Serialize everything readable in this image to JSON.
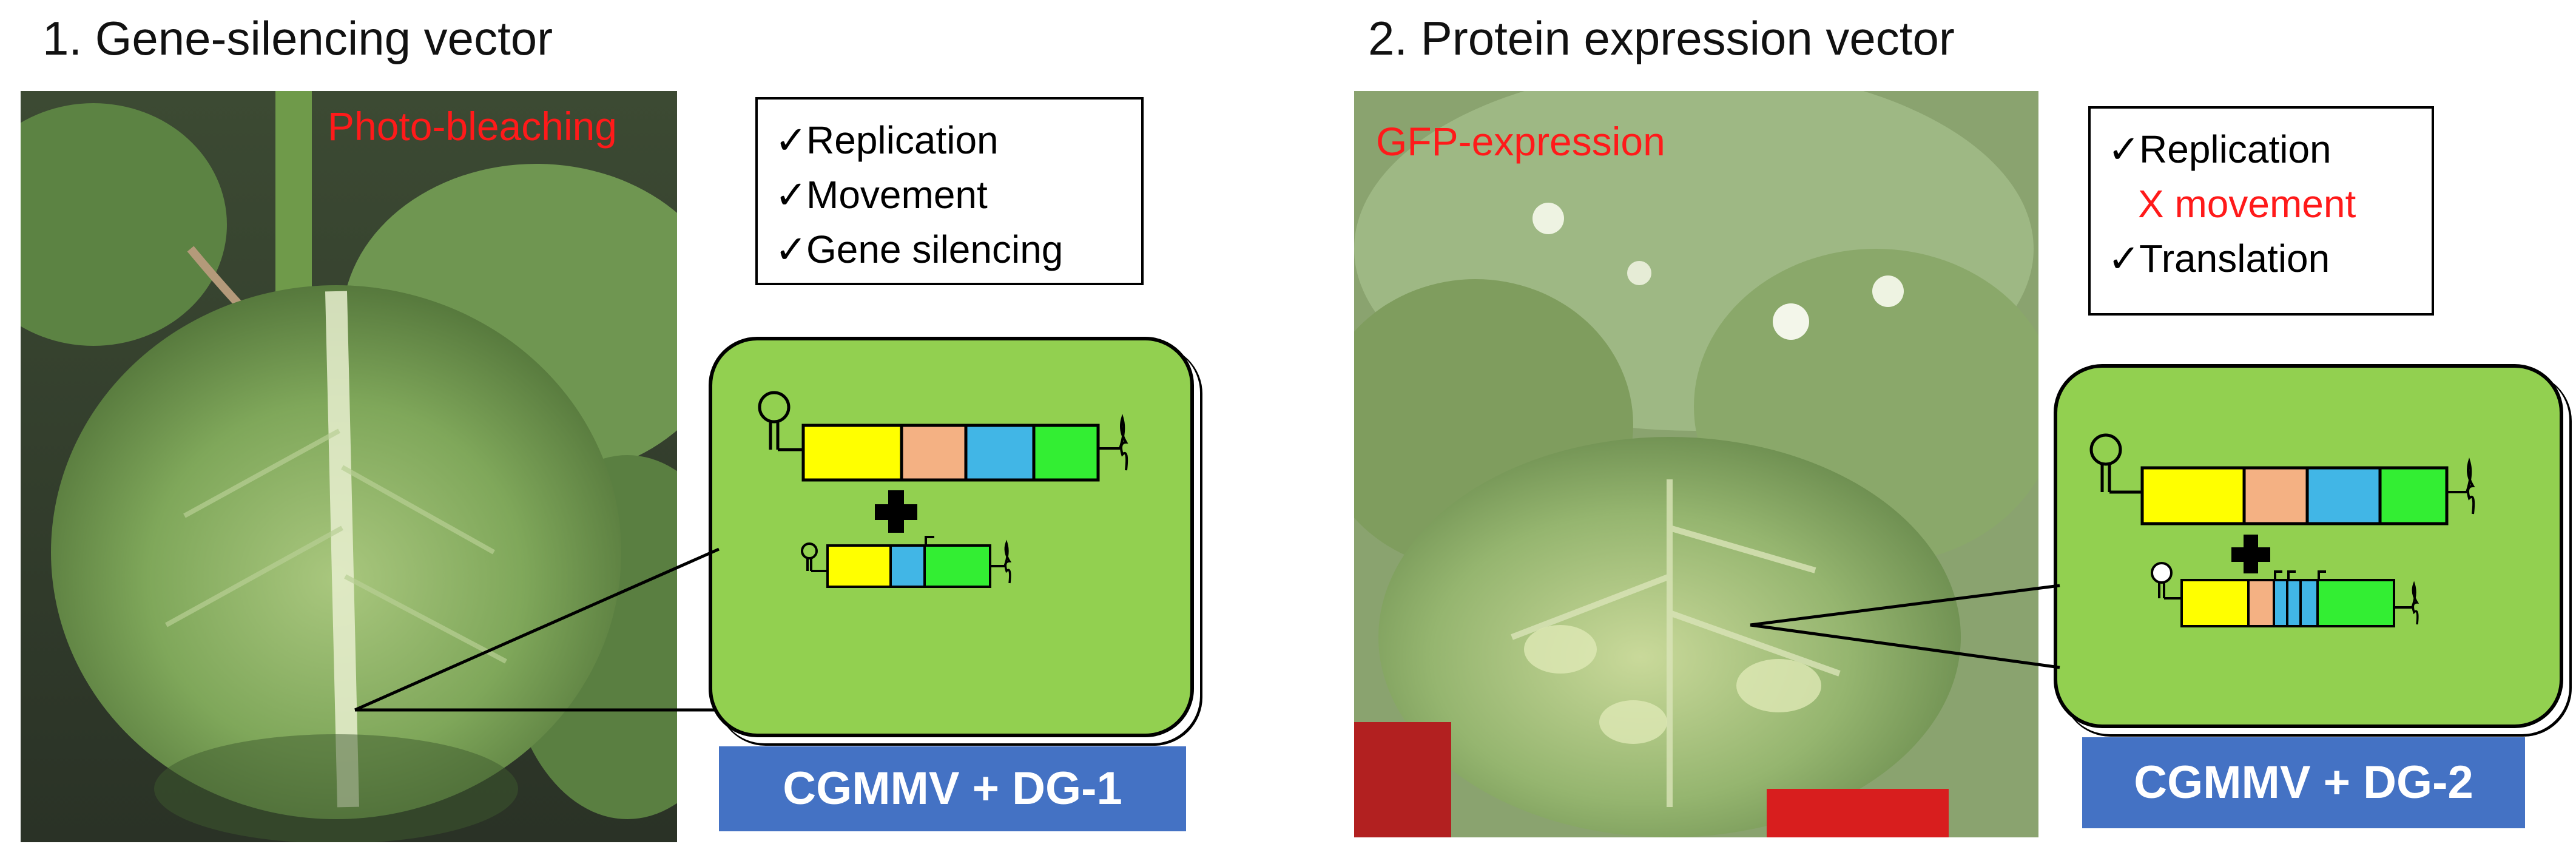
{
  "panels": [
    {
      "title": "1.  Gene-silencing vector",
      "photo_label": "Photo-bleaching",
      "features": [
        {
          "mark": "✓",
          "text": "Replication",
          "negative": false
        },
        {
          "mark": "✓",
          "text": "Movement",
          "negative": false
        },
        {
          "mark": "✓",
          "text": "Gene silencing",
          "negative": false
        }
      ],
      "vector_label": "CGMMV + DG-1"
    },
    {
      "title": "2.  Protein expression vector",
      "photo_label": "GFP-expression",
      "features": [
        {
          "mark": "✓",
          "text": "Replication",
          "negative": false
        },
        {
          "mark": "",
          "text": "X movement",
          "negative": true
        },
        {
          "mark": "✓",
          "text": "Translation",
          "negative": false
        }
      ],
      "vector_label": "CGMMV + DG-2"
    }
  ],
  "colors": {
    "title_text": "#111111",
    "photo_label": "#ff1a1a",
    "box_green": "#92d050",
    "label_blue": "#4472c4",
    "gene_yellow": "#ffff00",
    "gene_peach": "#f4b183",
    "gene_blue": "#41b6e6",
    "gene_green": "#33ee33"
  },
  "icons": [
    "checkmark-icon",
    "plus-icon",
    "stem-loop-icon",
    "poly-tail-icon",
    "promoter-arrow-icon"
  ]
}
